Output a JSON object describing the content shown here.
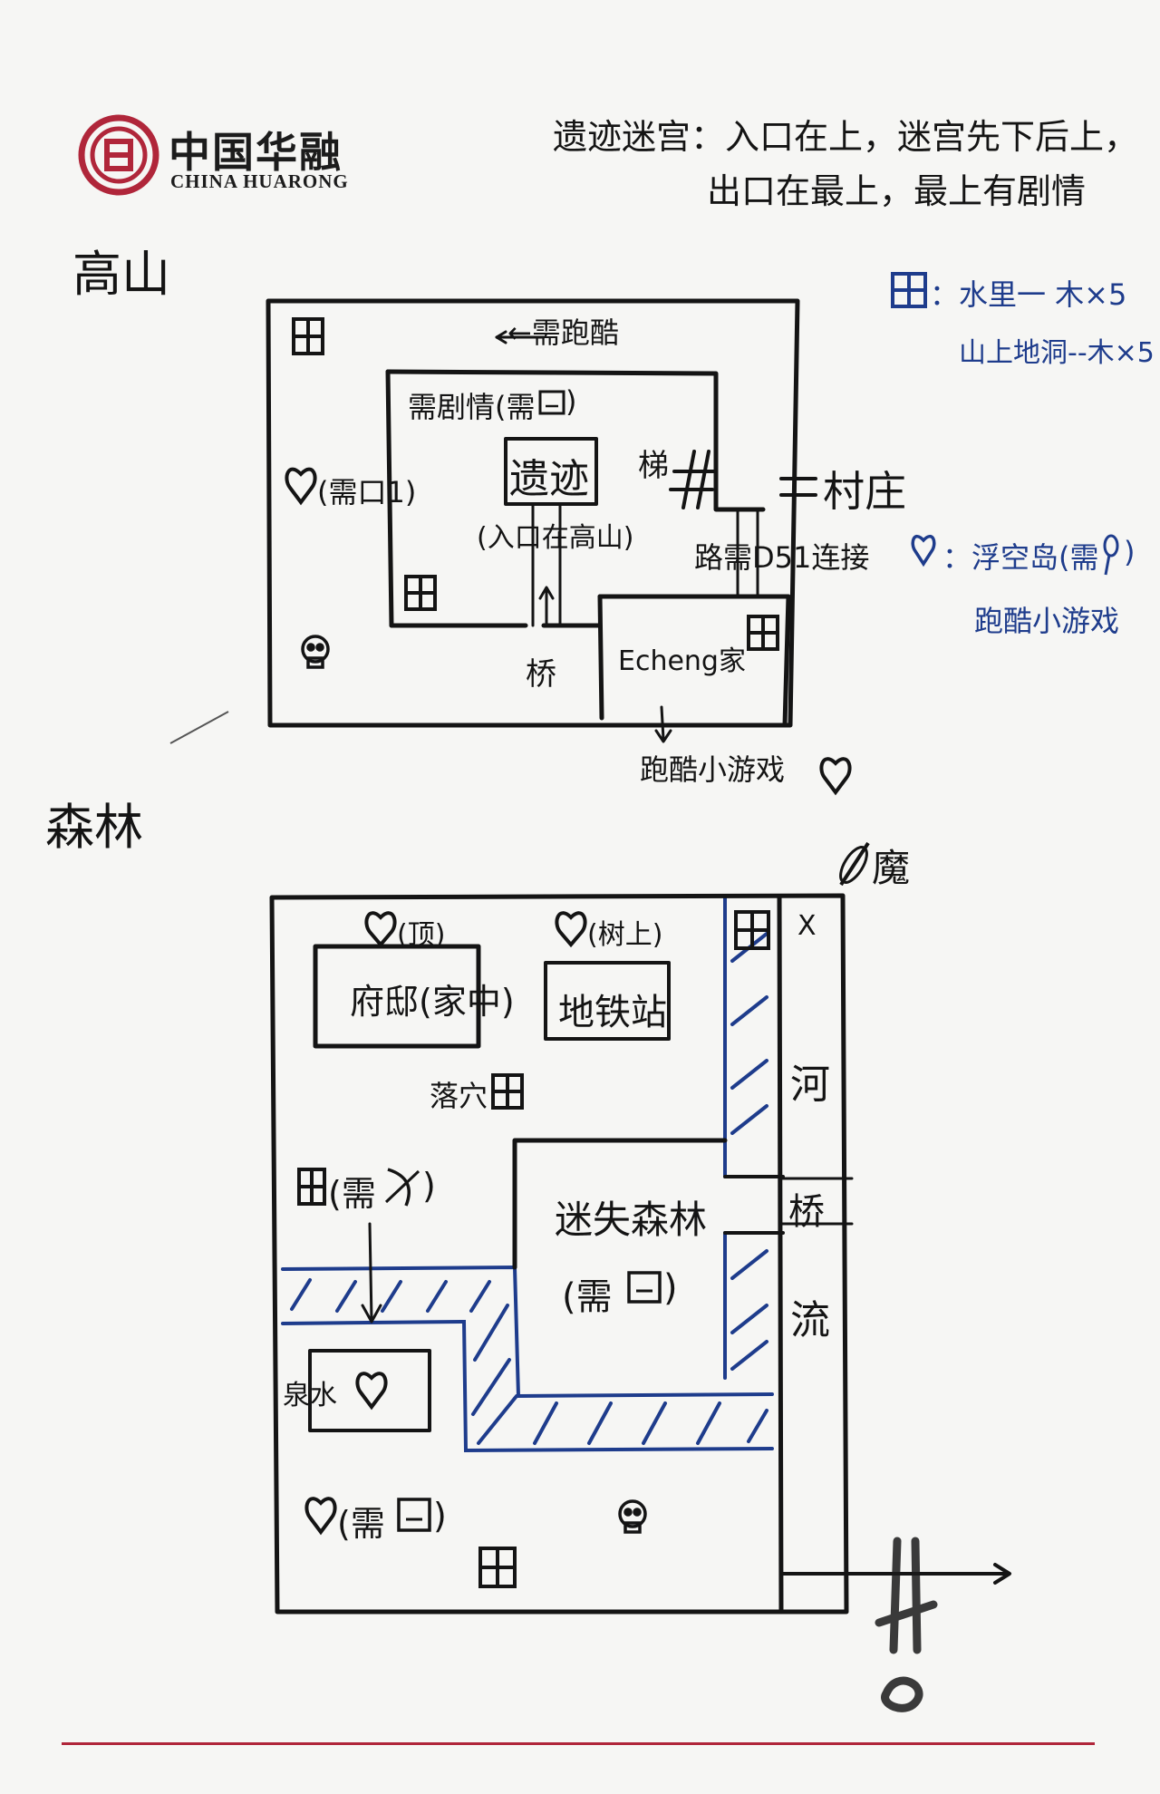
{
  "logo": {
    "name_cn": "中国华融",
    "name_en": "CHINA HUARONG",
    "symbol": "seal-icon",
    "brand_color": "#b0263a"
  },
  "header_note": {
    "line1": "遗迹迷宫：入口在上，迷宫先下后上，",
    "line2": "出口在最上，最上有剧情"
  },
  "legend": {
    "chest_line1": "：水里一 木×5",
    "chest_line2": "山上地洞--木×5",
    "heart_line1": "：浮空岛(需",
    "heart_line1_end": ")",
    "heart_line2": "跑酷小游戏",
    "ink_color": "#1e3c8c"
  },
  "mountain": {
    "title": "高山",
    "need_parkour": "←需跑酷",
    "need_plot": "需剧情(需",
    "need_plot_end": ")",
    "ruins": "遗迹",
    "ruins_entrance": "(入口在高山)",
    "ladder": "梯",
    "village": "村庄",
    "road_note": "路需D51连接",
    "bridge": "桥",
    "heart_need": "(需口1)",
    "house": "Echeng家",
    "parkour_game": "跑酷小游戏"
  },
  "forest": {
    "title": "森林",
    "heart_top": "(顶)",
    "heart_tree": "(树上)",
    "mansion": "府邸(家中)",
    "railway": "地铁站",
    "cave": "落穴",
    "chest_need": "(需",
    "chest_need_end": ")",
    "lost_forest": "迷失森林",
    "lost_need_open": "(需",
    "lost_need_close": ")",
    "river_1": "河",
    "river_bridge": "桥",
    "river_2": "流",
    "spring": "泉水",
    "heart_bottom_need": "(需",
    "heart_bottom_end": ")",
    "top_right_char": "魔",
    "x_mark": "X"
  }
}
